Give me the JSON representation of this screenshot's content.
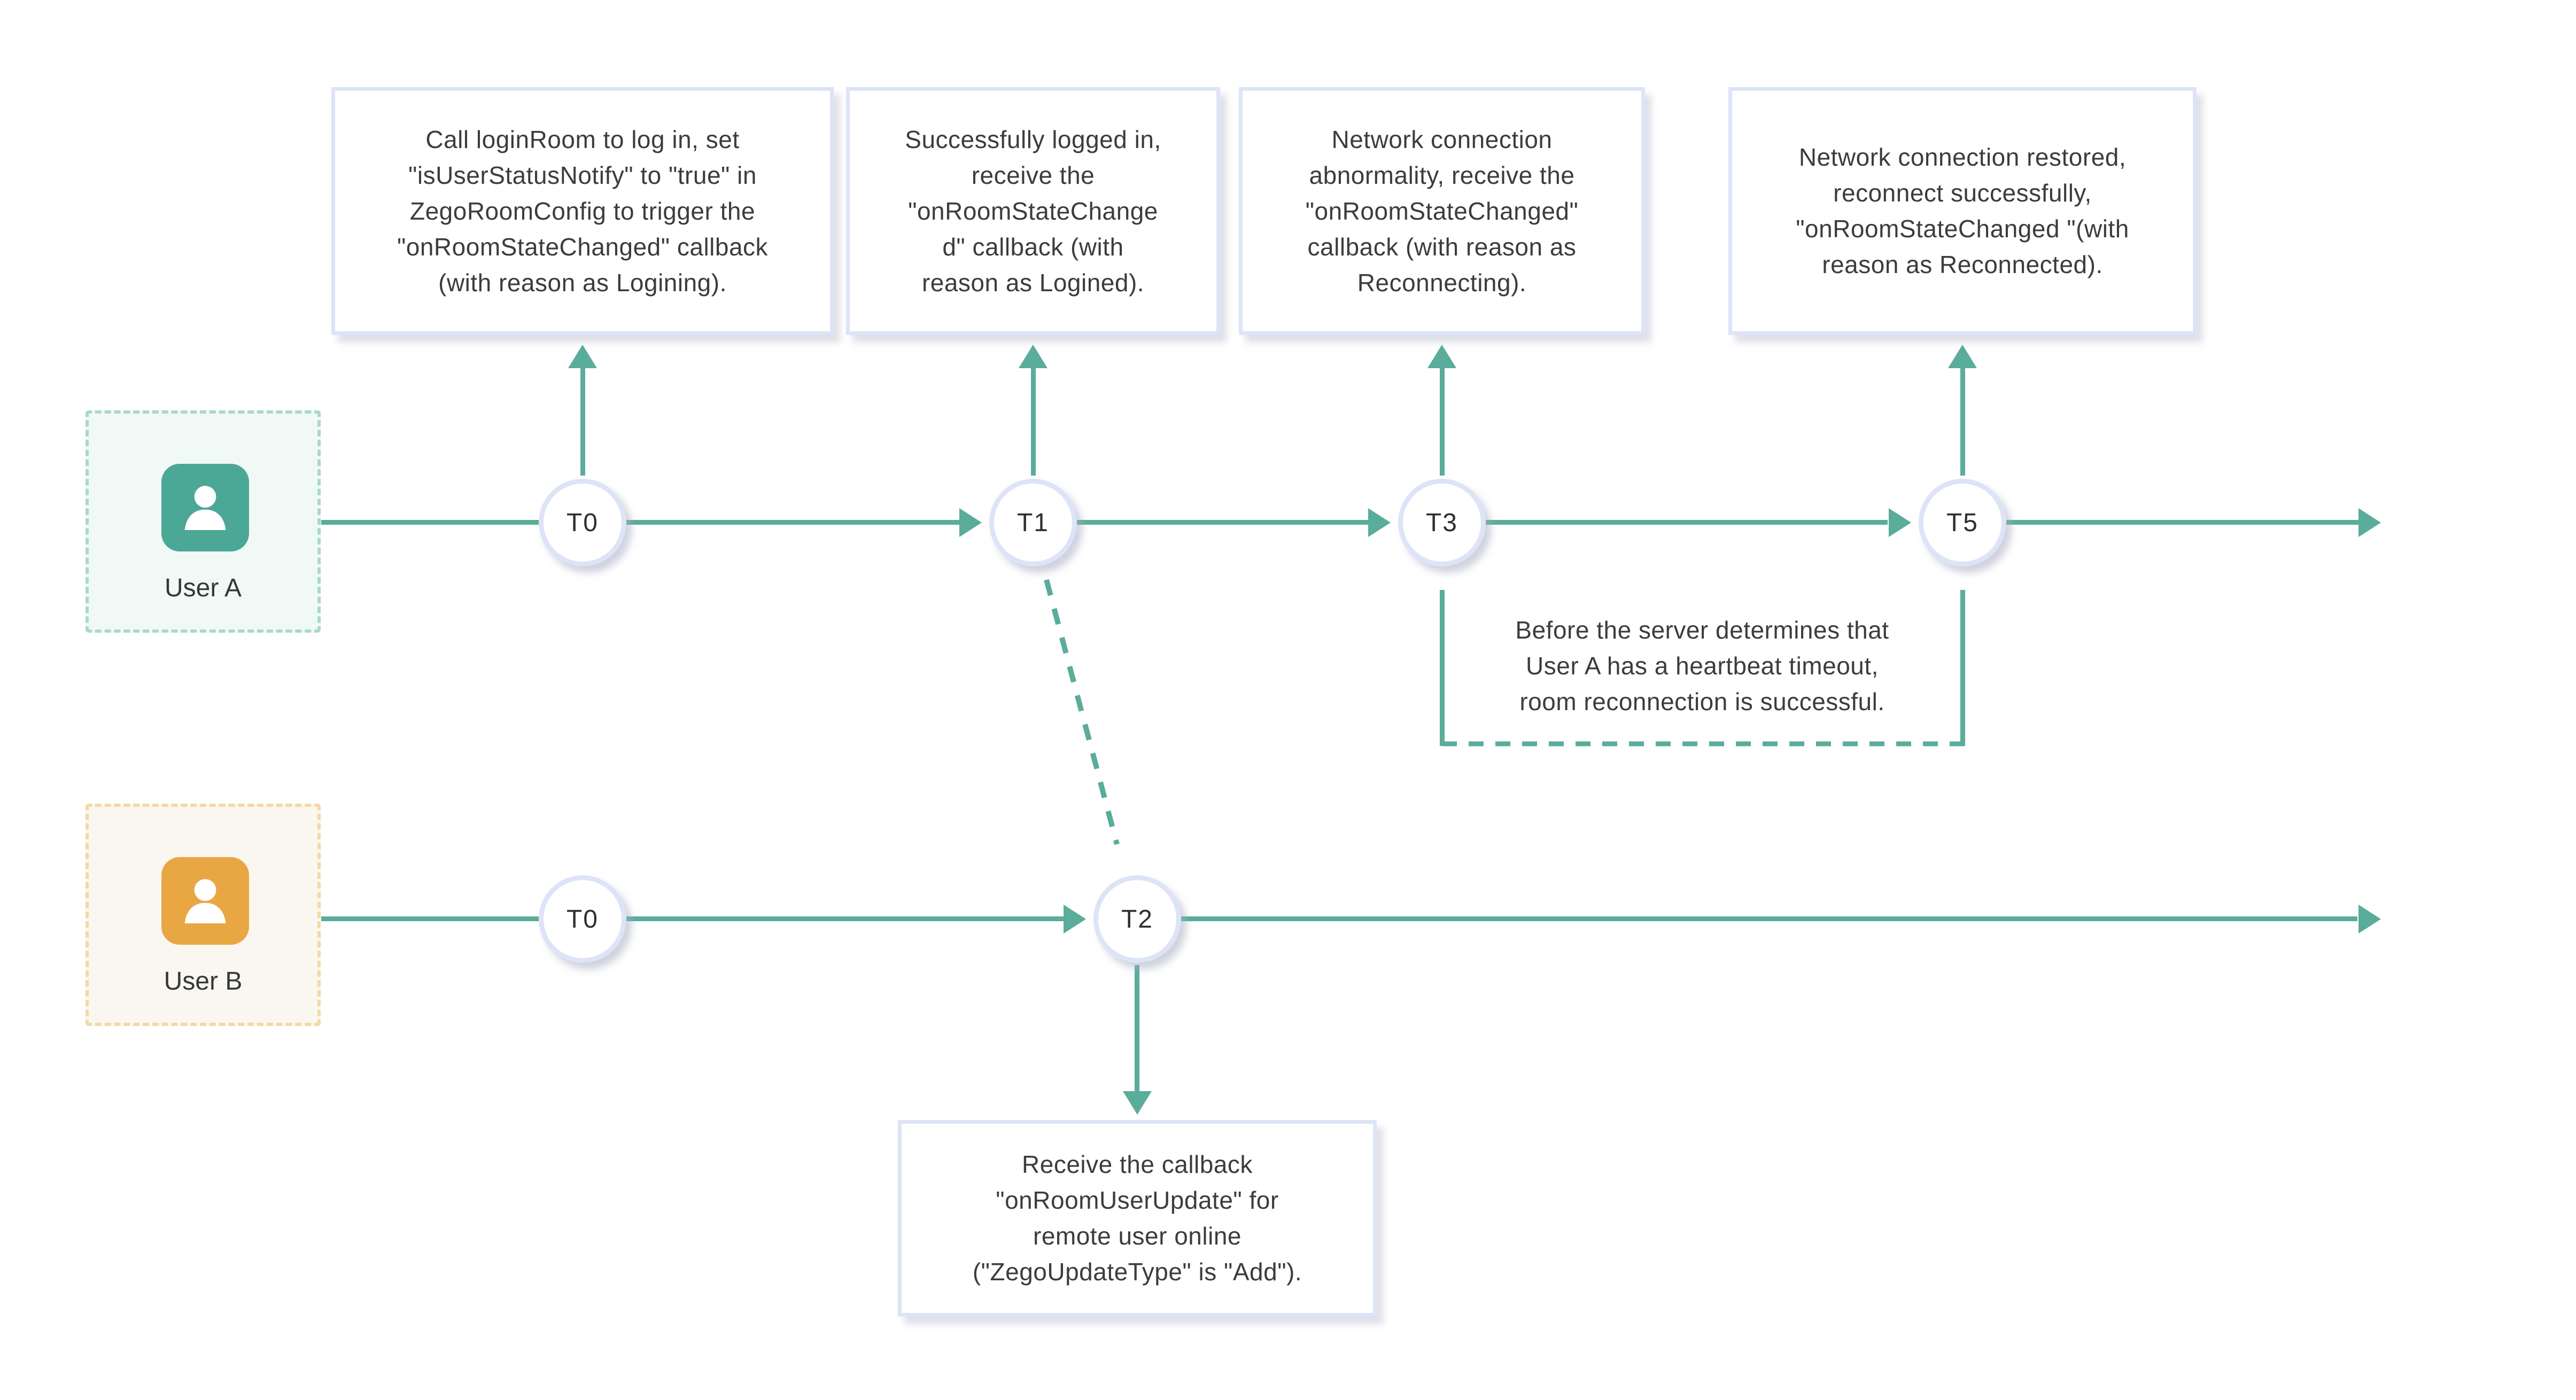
{
  "colors": {
    "timeline": "#5aac9b",
    "avatar_a": "#4ba796",
    "avatar_b": "#e9a743",
    "user_a_border": "#a9d8cc",
    "user_b_border": "#f2d9a5",
    "node_border": "#dee4f7",
    "text": "#3b3c3e"
  },
  "user_a": {
    "label": "User A"
  },
  "user_b": {
    "label": "User B"
  },
  "timeline_a": {
    "nodes": [
      {
        "label": "T0"
      },
      {
        "label": "T1"
      },
      {
        "label": "T3"
      },
      {
        "label": "T5"
      }
    ]
  },
  "timeline_b": {
    "nodes": [
      {
        "label": "T0"
      },
      {
        "label": "T2"
      }
    ]
  },
  "callouts": {
    "logining": "Call loginRoom to log in, set\n\"isUserStatusNotify\" to \"true\" in\nZegoRoomConfig to trigger the\n\"onRoomStateChanged\" callback\n(with reason as Logining).",
    "logined": "Successfully logged in,\nreceive the\n\"onRoomStateChange\nd\" callback (with\nreason as Logined).",
    "reconnecting": "Network connection\nabnormality, receive the\n\"onRoomStateChanged\"\ncallback (with reason as\nReconnecting).",
    "reconnected": "Network connection restored,\nreconnect successfully,\n\"onRoomStateChanged \"(with\nreason as Reconnected).",
    "user_update": "Receive the callback\n\"onRoomUserUpdate\" for\nremote user online\n(\"ZegoUpdateType\" is \"Add\")."
  },
  "note": "Before the server determines that\nUser A has a heartbeat timeout,\nroom reconnection is successful."
}
